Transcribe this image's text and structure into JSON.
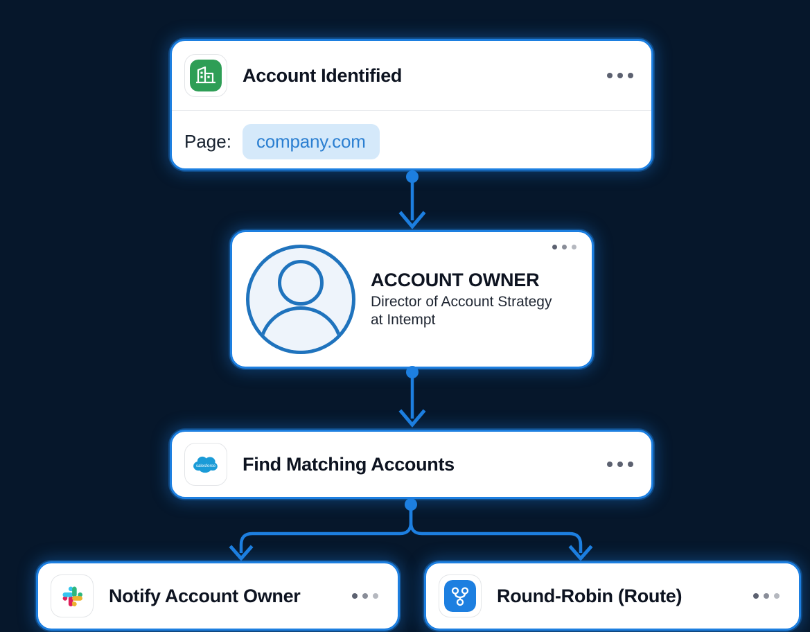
{
  "theme": {
    "background": "#06172b",
    "card_background": "#ffffff",
    "accent_blue": "#1d7fe0",
    "pill_background": "#d5e9fa",
    "pill_text": "#2b7fd1",
    "title_text": "#0d1320",
    "dot_color": "#5c6170",
    "avatar_stroke": "#1f73bd",
    "avatar_fill": "#eef4fb"
  },
  "workflow": {
    "nodes": [
      {
        "id": "account-identified",
        "title": "Account Identified",
        "icon": "building-icon",
        "icon_color": "#2e9e56",
        "menu": "more-options",
        "field_label": "Page:",
        "field_value": "company.com"
      },
      {
        "id": "account-owner",
        "role": "ACCOUNT OWNER",
        "subtitle_line1": "Director of Account Strategy",
        "subtitle_line2": "at Intempt",
        "icon": "user-avatar-icon",
        "menu": "more-options"
      },
      {
        "id": "find-matching-accounts",
        "title": "Find Matching Accounts",
        "icon": "salesforce-icon",
        "icon_color": "#1a9bd7",
        "menu": "more-options"
      },
      {
        "id": "notify-account-owner",
        "title": "Notify Account Owner",
        "icon": "slack-icon",
        "menu": "more-options"
      },
      {
        "id": "round-robin-route",
        "title": "Round-Robin (Route)",
        "icon": "git-branch-icon",
        "icon_color": "#1d7fe0",
        "menu": "more-options"
      }
    ],
    "connectors": [
      {
        "from": "account-identified",
        "to": "account-owner",
        "type": "straight-arrow"
      },
      {
        "from": "account-owner",
        "to": "find-matching-accounts",
        "type": "straight-arrow"
      },
      {
        "from": "find-matching-accounts",
        "to": "notify-account-owner",
        "type": "branch-left-arrow"
      },
      {
        "from": "find-matching-accounts",
        "to": "round-robin-route",
        "type": "branch-right-arrow"
      }
    ]
  }
}
